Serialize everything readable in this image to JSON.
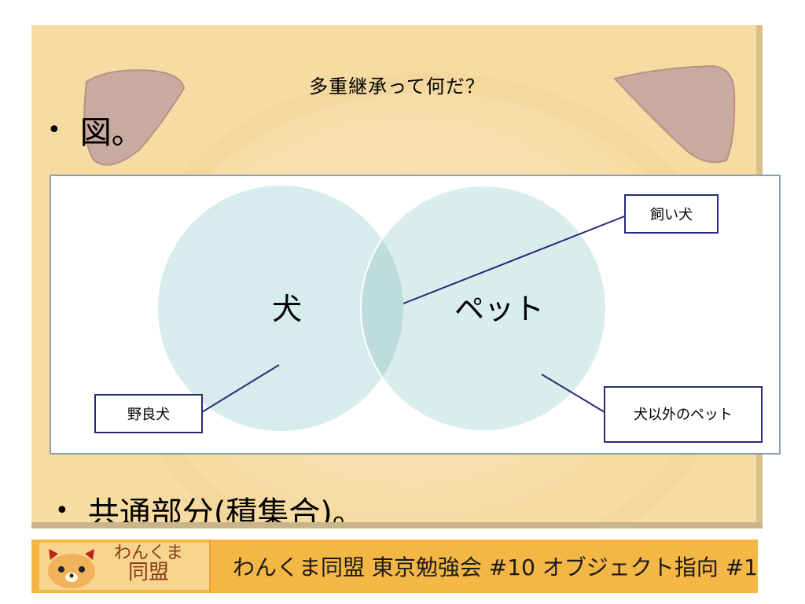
{
  "slide": {
    "title": "多重継承って何だ？",
    "bullet1": "図。",
    "bullet2": "共通部分(積集合)。"
  },
  "diagram": {
    "circles": [
      {
        "label": "犬"
      },
      {
        "label": "ペット"
      }
    ],
    "callouts": [
      {
        "label": "飼い犬",
        "target": "intersection"
      },
      {
        "label": "野良犬",
        "target": "dog-only"
      },
      {
        "label": "犬以外のペット",
        "target": "pet-only"
      }
    ],
    "colors": {
      "circle": "#d7ecec",
      "overlap": "#bfdcdc",
      "box_border": "#2a2a7a"
    }
  },
  "footer": {
    "logo_line1": "わんくま",
    "logo_line2": "同盟",
    "text": "わんくま同盟 東京勉強会 #10 オブジェクト指向 #1"
  }
}
